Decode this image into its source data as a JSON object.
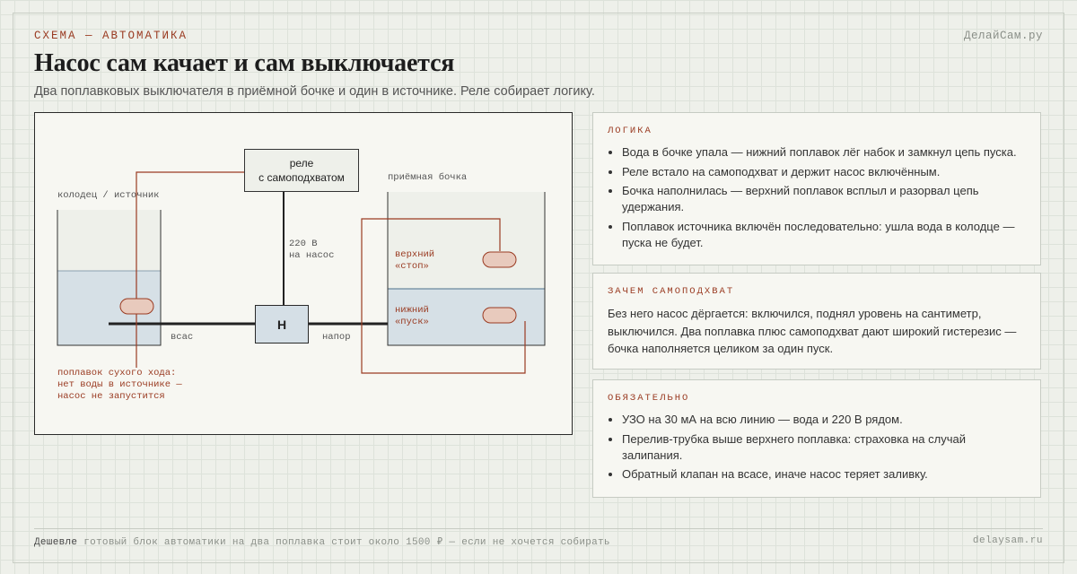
{
  "header": {
    "kicker": "СХЕМА — АВТОМАТИКА",
    "brand": "ДелайСам.ру",
    "title": "Насос сам качает и сам выключается",
    "subtitle": "Два поплавковых выключателя в приёмной бочке и один в источнике. Реле собирает логику."
  },
  "diagram": {
    "well_label": "колодец / источник",
    "tank_label": "приёмная бочка",
    "relay_line1": "реле",
    "relay_line2": "с самоподхватом",
    "power_line1": "220 В",
    "power_line2": "на насос",
    "pump_label": "Н",
    "suction_label": "всас",
    "pressure_label": "напор",
    "float_top_line1": "верхний",
    "float_top_line2": "«стоп»",
    "float_bottom_line1": "нижний",
    "float_bottom_line2": "«пуск»",
    "dry_run_line1": "поплавок сухого хода:",
    "dry_run_line2": "нет воды в источнике —",
    "dry_run_line3": "насос не запустится",
    "colors": {
      "wire": "#9a3b22",
      "water": "#d6e0e6",
      "line": "#222222"
    }
  },
  "cards": {
    "logic": {
      "title": "ЛОГИКА",
      "items": [
        "Вода в бочке упала — нижний поплавок лёг набок и замкнул цепь пуска.",
        "Реле встало на самоподхват и держит насос включённым.",
        "Бочка наполнилась — верхний поплавок всплыл и разорвал цепь удержания.",
        "Поплавок источника включён последовательно: ушла вода в колодце — пуска не будет."
      ]
    },
    "why": {
      "title": "ЗАЧЕМ САМОПОДХВАТ",
      "text": "Без него насос дёргается: включился, поднял уровень на сантиметр, выключился. Два поплавка плюс самоподхват дают широкий гистерезис — бочка наполняется целиком за один пуск."
    },
    "must": {
      "title": "ОБЯЗАТЕЛЬНО",
      "items": [
        "УЗО на 30 мА на всю линию — вода и 220 В рядом.",
        "Перелив-трубка выше верхнего поплавка: страховка на случай залипания.",
        "Обратный клапан на всасе, иначе насос теряет заливку."
      ]
    }
  },
  "footer": {
    "lead": "Дешевле",
    "text": "готовый блок автоматики на два поплавка стоит около 1500 ₽ — если не хочется собирать",
    "site": "delaysam.ru"
  }
}
